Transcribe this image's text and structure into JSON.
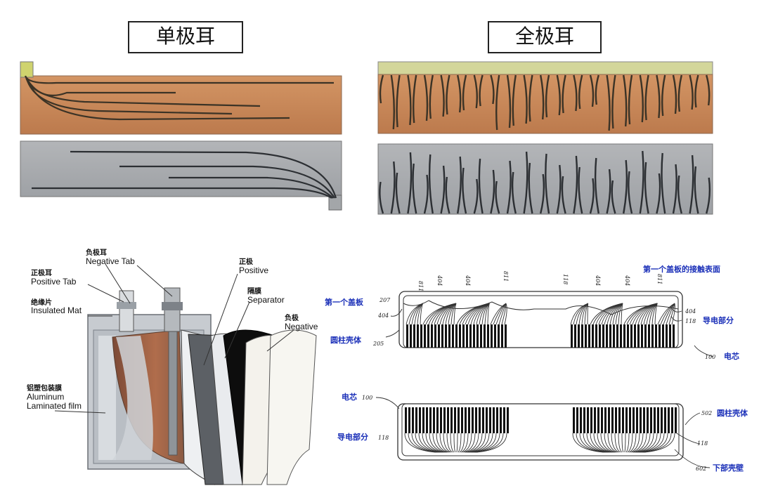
{
  "top": {
    "single_tab_title": "单极耳",
    "full_tab_title": "全极耳"
  },
  "pouch": {
    "negative_tab_cn": "负极耳",
    "negative_tab_en": "Negative Tab",
    "positive_tab_cn": "正极耳",
    "positive_tab_en": "Positive Tab",
    "insulated_mat_cn": "绝缘片",
    "insulated_mat_en": "Insulated Mat",
    "positive_cn": "正极",
    "positive_en": "Positive",
    "separator_cn": "隔膜",
    "separator_en": "Separator",
    "negative_cn": "负极",
    "negative_en": "Negative",
    "film_cn": "铝塑包装膜",
    "film_en_1": "Aluminum",
    "film_en_2": "Laminated film"
  },
  "patent": {
    "first_cover": "第一个盖板",
    "contact_surface": "第一个盖板的接触表面",
    "conductive_part_top": "导电部分",
    "cylinder_shell_top": "圆柱壳体",
    "cell_top": "电芯",
    "cell_bottom": "电芯",
    "conductive_part_bottom": "导电部分",
    "cylinder_shell_bottom": "圆柱壳体",
    "bottom_wall": "下部壳壁",
    "ref_top": [
      "811",
      "404",
      "404",
      "811",
      "118",
      "404",
      "404",
      "811"
    ],
    "ref_left": [
      "207",
      "404",
      "205"
    ],
    "ref_right": [
      "404",
      "118"
    ],
    "ref_cell_top": "100",
    "ref_cell_bottom": "100",
    "ref_502": "502",
    "ref_118_left": "118",
    "ref_118_right": "118",
    "ref_602": "602"
  },
  "colors": {
    "copper": "#c8875a",
    "steel": "#a9abae",
    "tab_green": "#d3d69a",
    "label_blue": "#1a2fb8"
  }
}
